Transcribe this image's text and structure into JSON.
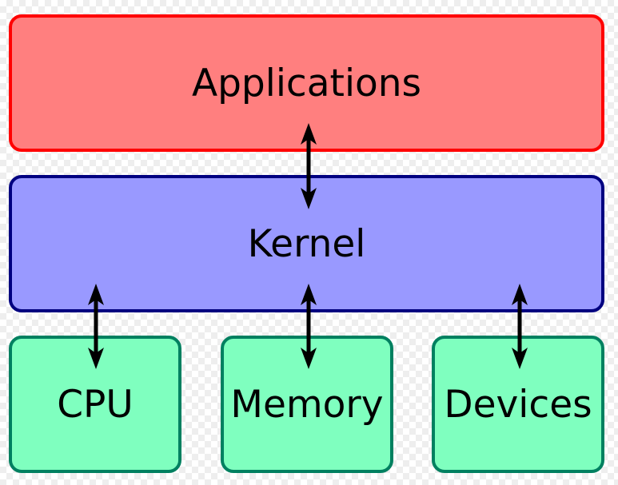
{
  "diagram": {
    "layers": [
      {
        "id": "applications",
        "label": "Applications",
        "fill": "#ff7f7f",
        "stroke": "#ff0000"
      },
      {
        "id": "kernel",
        "label": "Kernel",
        "fill": "#9999ff",
        "stroke": "#000080"
      }
    ],
    "hardware": [
      {
        "id": "cpu",
        "label": "CPU"
      },
      {
        "id": "memory",
        "label": "Memory"
      },
      {
        "id": "devices",
        "label": "Devices"
      }
    ],
    "hardware_colors": {
      "fill": "#7fffbf",
      "stroke": "#008060"
    },
    "arrow_color": "#000000"
  }
}
